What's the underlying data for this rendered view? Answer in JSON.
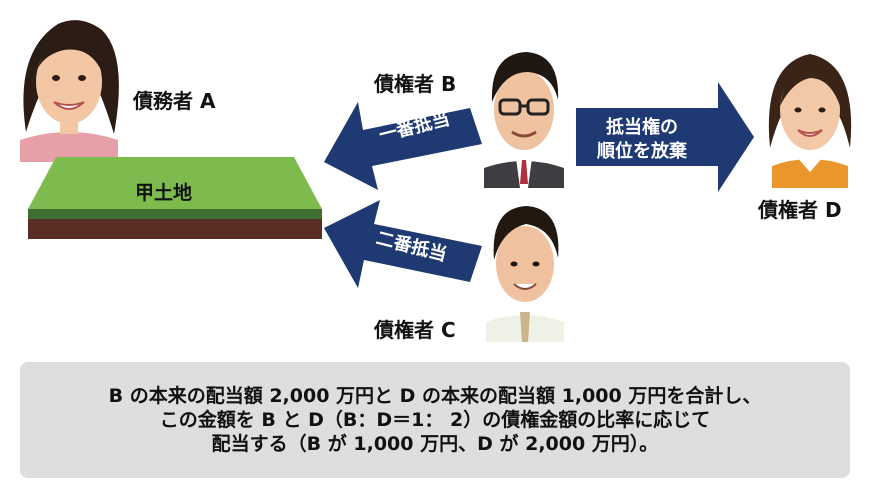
{
  "persons": {
    "a": {
      "label": "債務者 A"
    },
    "b": {
      "label": "債権者 B"
    },
    "c": {
      "label": "債権者 C"
    },
    "d": {
      "label": "債権者 D"
    }
  },
  "land": {
    "label": "甲土地"
  },
  "arrows": {
    "first": {
      "label": "一番抵当"
    },
    "second": {
      "label": "二番抵当"
    },
    "waiver": {
      "line1": "抵当権の",
      "line2": "順位を放棄"
    }
  },
  "colors": {
    "arrow": "#1f3a73",
    "grass": "#7dbb4f",
    "soil": "#5a2e24",
    "caption_bg": "#dedede"
  },
  "caption": {
    "line1": "B の本来の配当額 2,000 万円と D の本来の配当額 1,000 万円を合計し、",
    "line2": "この金額を B と D（B：D＝1： 2）の債権金額の比率に応じて",
    "line3": "配当する（B が 1,000 万円、D が 2,000 万円）。"
  }
}
